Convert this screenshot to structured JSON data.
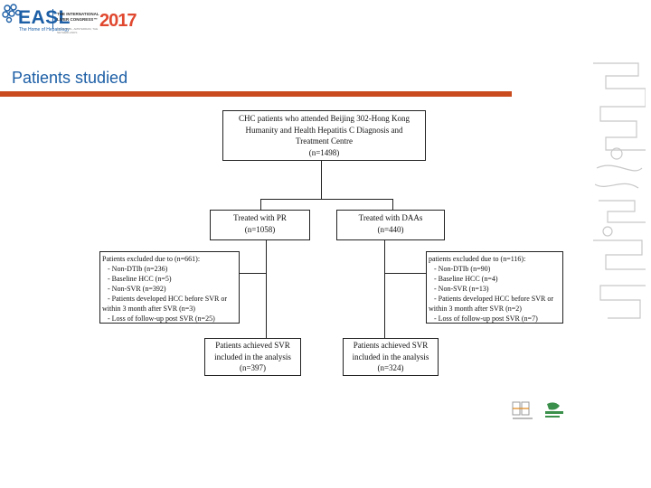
{
  "header": {
    "logo_text": "EASL",
    "logo_tagline": "The Home of Hepatology",
    "congress_name": "THE INTERNATIONAL LIVER CONGRESS™",
    "congress_sub": "19-23 APRIL, AMSTERDAM, THE NETHERLANDS",
    "year": "2017"
  },
  "slide": {
    "section_title": "Patients studied"
  },
  "flowchart": {
    "top": {
      "text": "CHC patients who attended Beijing 302-Hong Kong Humanity and Health Hepatitis C Diagnosis and Treatment Centre\n(n=1498)"
    },
    "pr": {
      "text": "Treated with PR\n(n=1058)"
    },
    "daa": {
      "text": "Treated with DAAs\n(n=440)"
    },
    "excl_left": {
      "text": "Patients excluded due to (n=661):\n   - Non-DTIb (n=236)\n   - Baseline HCC (n=5)\n   - Non-SVR (n=392)\n   - Patients developed HCC before SVR or within 3 month after SVR (n=3)\n   - Loss of follow-up post SVR (n=25)"
    },
    "excl_right": {
      "text": "patients excluded due to (n=116):\n   - Non-DTIb (n=90)\n   - Baseline HCC (n=4)\n   - Non-SVR (n=13)\n   - Patients developed HCC before SVR or within 3 month after SVR (n=2)\n   - Loss of follow-up post SVR (n=7)"
    },
    "svr_pr": {
      "text": "Patients achieved SVR included in the analysis\n(n=397)"
    },
    "svr_daa": {
      "text": "Patients achieved SVR included in the analysis\n(n=324)"
    }
  },
  "colors": {
    "brand_blue": "#1d5fa6",
    "accent_red": "#c94b1e",
    "year_red": "#e0482f"
  },
  "icons": [
    "easl-dots-logo",
    "decorative-pattern",
    "hkhh-logo",
    "hospital-logo"
  ]
}
